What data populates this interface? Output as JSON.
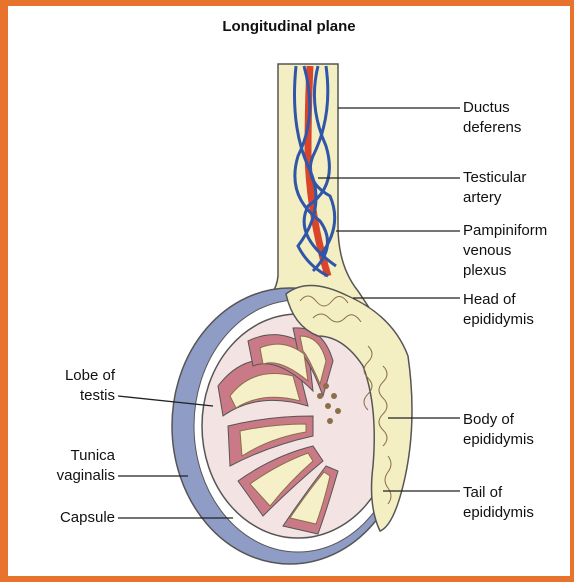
{
  "title": "Longitudinal plane",
  "labels": {
    "ductus_deferens": [
      "Ductus",
      "deferens"
    ],
    "testicular_artery": [
      "Testicular",
      "artery"
    ],
    "pampiniform_venous_plexus": [
      "Pampiniform",
      "venous",
      "plexus"
    ],
    "head_of_epididymis": [
      "Head of",
      "epididymis"
    ],
    "body_of_epididymis": [
      "Body of",
      "epididymis"
    ],
    "tail_of_epididymis": [
      "Tail of",
      "epididymis"
    ],
    "lobe_of_testis": [
      "Lobe of",
      "testis"
    ],
    "tunica_vaginalis": [
      "Tunica",
      "vaginalis"
    ],
    "capsule": [
      "Capsule"
    ]
  },
  "colors": {
    "border": "#e8732c",
    "artery": "#d8452c",
    "vein": "#2f56a8",
    "tunica": "#8f9dc6",
    "epididymis": "#f4efc3",
    "lobule": "#c97a86",
    "tubule": "#f6f0c8",
    "testis_bg": "#f3e3e3"
  }
}
